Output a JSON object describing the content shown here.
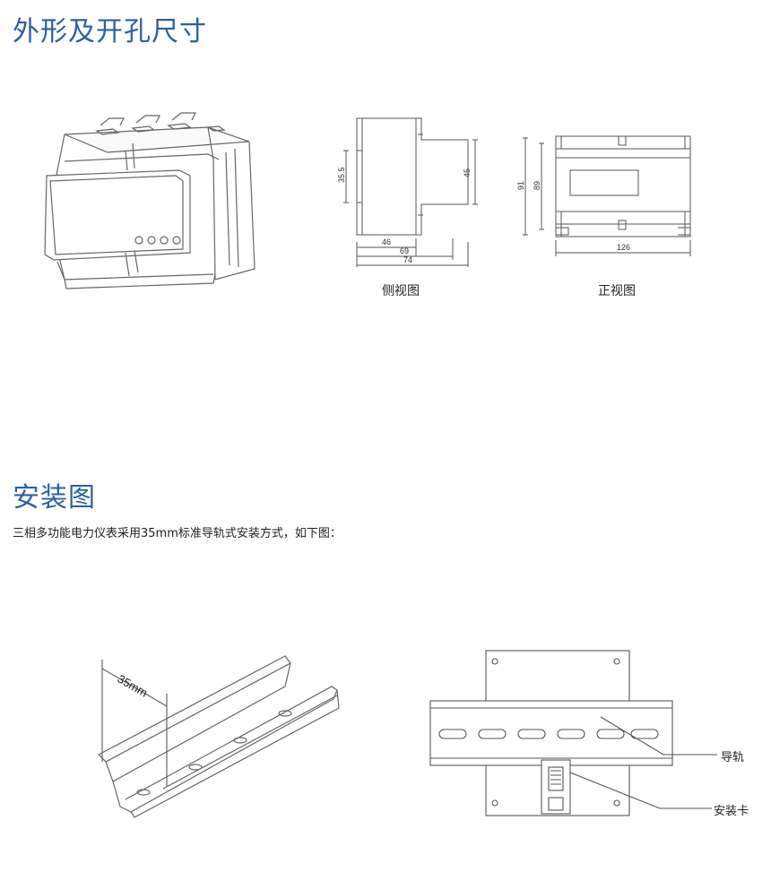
{
  "section1": {
    "title": "外形及开孔尺寸",
    "side_caption": "侧视图",
    "front_caption": "正视图",
    "side_dims": {
      "h1": "35.5",
      "h2": "45",
      "w1": "46",
      "w2": "69",
      "w3": "74"
    },
    "front_dims": {
      "h1": "91",
      "h2": "89",
      "w1": "126"
    }
  },
  "section2": {
    "title": "安装图",
    "description": "三相多功能电力仪表采用35mm标准导轨式安装方式，如下图：",
    "rail_width_label": "35mm",
    "rail_label": "导轨",
    "clip_label": "安装卡"
  },
  "colors": {
    "heading": "#2d5fa3",
    "line": "#555555"
  }
}
